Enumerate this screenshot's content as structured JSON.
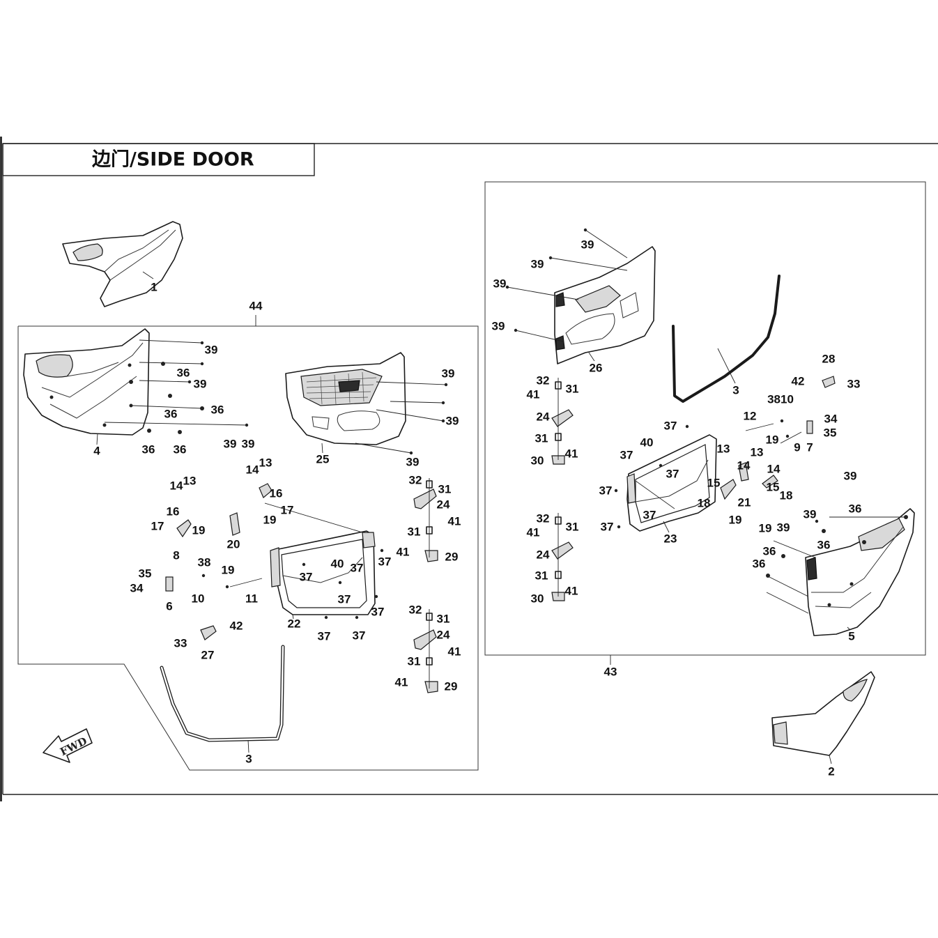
{
  "title": "边门/SIDE DOOR",
  "fwd_label": "FWD",
  "callouts": {
    "c1": "1",
    "c2": "2",
    "c3a": "3",
    "c3b": "3",
    "c4": "4",
    "c5": "5",
    "c6": "6",
    "c7": "7",
    "c8": "8",
    "c9": "9",
    "c10": "10",
    "c11": "11",
    "c12": "12",
    "c13a": "13",
    "c13b": "13",
    "c13c": "13",
    "c13d": "13",
    "c14a": "14",
    "c14b": "14",
    "c14c": "14",
    "c14d": "14",
    "c15a": "15",
    "c15b": "15",
    "c16a": "16",
    "c16b": "16",
    "c17a": "17",
    "c17b": "17",
    "c18a": "18",
    "c18b": "18",
    "c19a": "19",
    "c19b": "19",
    "c19c": "19",
    "c19d": "19",
    "c19e": "19",
    "c19f": "19",
    "c20": "20",
    "c21": "21",
    "c22": "22",
    "c23": "23",
    "c24a": "24",
    "c24b": "24",
    "c24c": "24",
    "c24d": "24",
    "c25": "25",
    "c26": "26",
    "c27": "27",
    "c28": "28",
    "c29a": "29",
    "c29b": "29",
    "c30a": "30",
    "c30b": "30",
    "c31a": "31",
    "c31b": "31",
    "c31c": "31",
    "c31d": "31",
    "c31e": "31",
    "c31f": "31",
    "c31g": "31",
    "c31h": "31",
    "c32a": "32",
    "c32b": "32",
    "c32c": "32",
    "c32d": "32",
    "c33a": "33",
    "c33b": "33",
    "c34a": "34",
    "c34b": "34",
    "c35a": "35",
    "c35b": "35",
    "c36a": "36",
    "c36b": "36",
    "c36c": "36",
    "c36d": "36",
    "c36e": "36",
    "c36f": "36",
    "c36g": "36",
    "c36h": "36",
    "c36i": "36",
    "c37a": "37",
    "c37b": "37",
    "c37c": "37",
    "c37d": "37",
    "c37e": "37",
    "c37f": "37",
    "c37g": "37",
    "c37h": "37",
    "c37i": "37",
    "c37j": "37",
    "c37k": "37",
    "c37l": "37",
    "c3810": "3810",
    "c38": "38",
    "c39a": "39",
    "c39b": "39",
    "c39c": "39",
    "c39d": "39",
    "c39e": "39",
    "c39f": "39",
    "c39g": "39",
    "c39h": "39",
    "c39i": "39",
    "c39j": "39",
    "c39k": "39",
    "c39l": "39",
    "c39m": "39",
    "c39n": "39",
    "c40a": "40",
    "c40b": "40",
    "c41a": "41",
    "c41b": "41",
    "c41c": "41",
    "c41d": "41",
    "c41e": "41",
    "c41f": "41",
    "c41g": "41",
    "c41h": "41",
    "c42a": "42",
    "c42b": "42",
    "c43": "43",
    "c44": "44"
  }
}
